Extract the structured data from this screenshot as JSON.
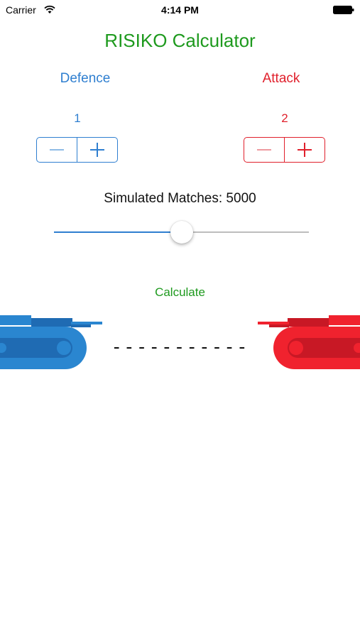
{
  "status_bar": {
    "carrier": "Carrier",
    "time": "4:14 PM",
    "icons": [
      "wifi-icon",
      "battery-icon"
    ]
  },
  "title": "RISIKO Calculator",
  "defence": {
    "label": "Defence",
    "count": "1",
    "color": "#2f7fd0",
    "stepper": {
      "minus_icon": "minus-icon",
      "plus_icon": "plus-icon"
    }
  },
  "attack": {
    "label": "Attack",
    "count": "2",
    "color": "#e0202c",
    "stepper": {
      "minus_icon": "minus-icon",
      "plus_icon": "plus-icon"
    }
  },
  "simulations": {
    "label": "Simulated Matches: 5000",
    "slider_value_fraction": 0.5
  },
  "calculate_label": "Calculate",
  "result": "-----------",
  "colors": {
    "title_green": "#1e9a1e",
    "defence_blue": "#2f7fd0",
    "attack_red": "#e0202c"
  },
  "illustrations": [
    "blue-tank-icon",
    "red-tank-icon"
  ]
}
